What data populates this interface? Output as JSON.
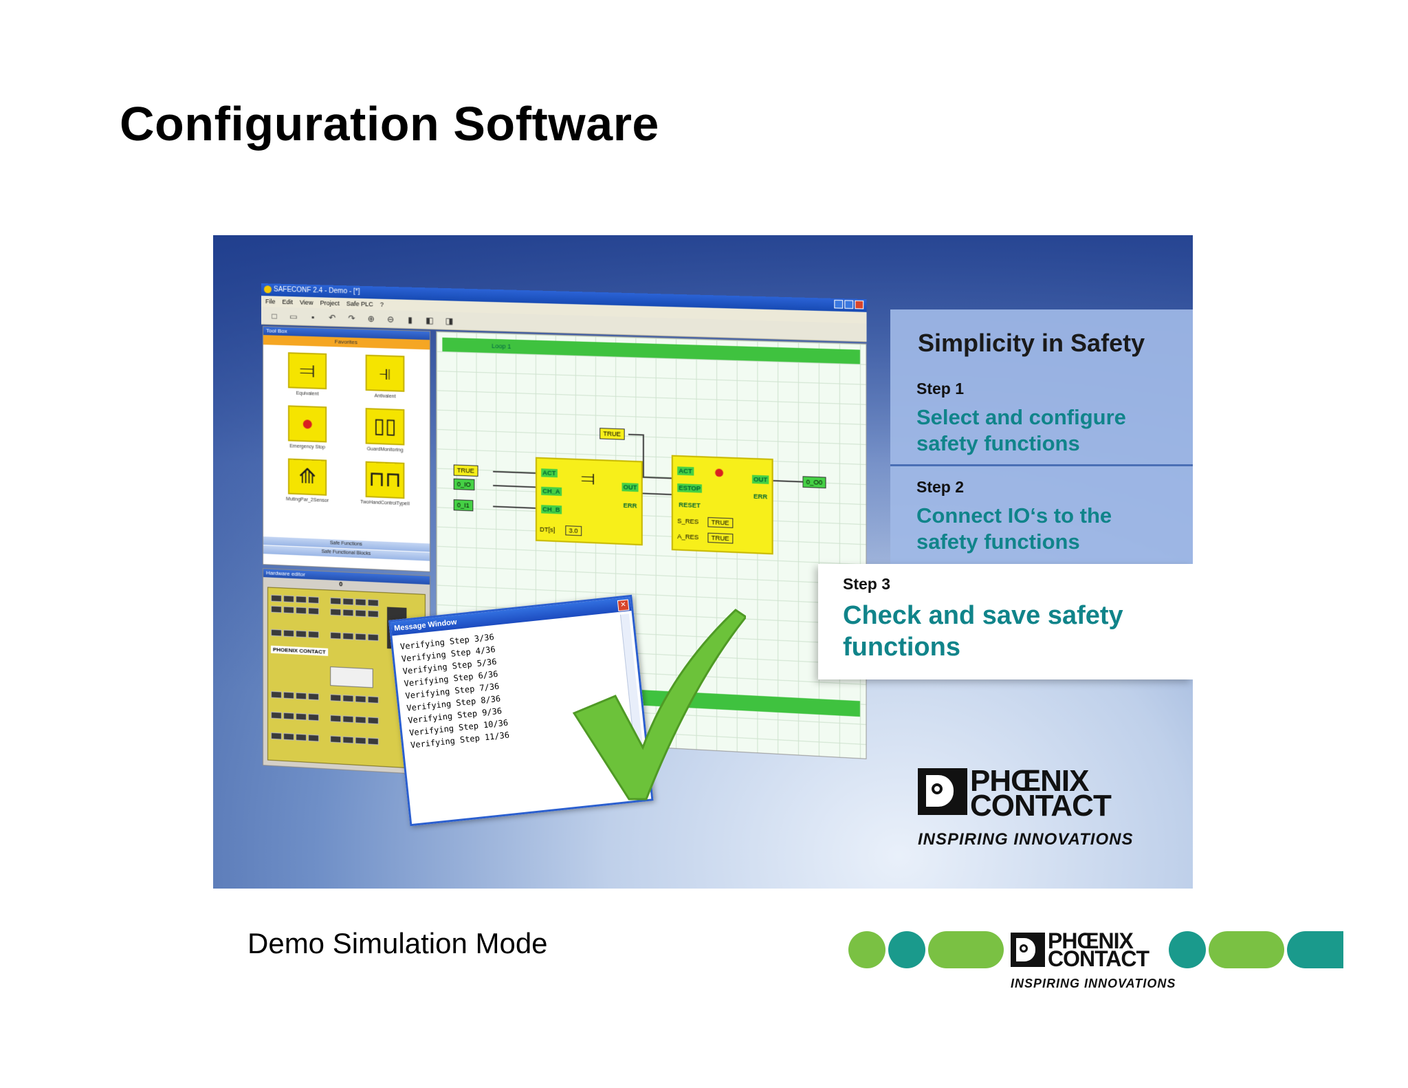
{
  "slide": {
    "title": "Configuration Software",
    "caption": "Demo Simulation Mode"
  },
  "app": {
    "window_title": "SAFECONF 2.4 - Demo - [*]",
    "menu": [
      "File",
      "Edit",
      "View",
      "Project",
      "Safe PLC",
      "?"
    ],
    "toolbox": {
      "title": "Tool Box",
      "tab": "Favorites",
      "items": [
        {
          "label": "Equivalent",
          "icon": "equivalent-icon"
        },
        {
          "label": "Antivalent",
          "icon": "antivalent-icon"
        },
        {
          "label": "Emergency Stop",
          "icon": "emergency-stop-icon"
        },
        {
          "label": "GuardMonitoring",
          "icon": "guard-monitoring-icon"
        },
        {
          "label": "MutingPar_2Sensor",
          "icon": "muting-icon"
        },
        {
          "label": "TwoHandControlTypeII",
          "icon": "two-hand-control-icon"
        }
      ],
      "section1": "Safe Functions",
      "section2": "Safe Functional Blocks"
    },
    "hardware": {
      "title": "Hardware editor",
      "slot": "0",
      "brand": "PHOENIX CONTACT"
    },
    "canvas": {
      "loop_label": "Loop 1",
      "term_true_top": "TRUE",
      "term_true": "TRUE",
      "term_io0": "0_IO",
      "term_io1": "0_I1",
      "fb1_pins": [
        "ACT",
        "CH_A",
        "CH_B"
      ],
      "fb1_outs": [
        "OUT",
        "ERR"
      ],
      "fb1_dt_label": "DT[s]",
      "fb1_dt_value": "3.0",
      "fb2_pins": [
        "ACT",
        "ESTOP",
        "RESET"
      ],
      "fb2_outs": [
        "OUT",
        "ERR"
      ],
      "fb2_sres_label": "S_RES",
      "fb2_sres_value": "TRUE",
      "fb2_ares_label": "A_RES",
      "fb2_ares_value": "TRUE",
      "out_value": "0_O0"
    },
    "message_window": {
      "title": "Message Window",
      "lines": [
        "Verifying Step 3/36",
        "Verifying Step 4/36",
        "Verifying Step 5/36",
        "Verifying Step 6/36",
        "Verifying Step 7/36",
        "Verifying Step 8/36",
        "Verifying Step 9/36",
        "Verifying Step 10/36",
        "Verifying Step 11/36"
      ]
    }
  },
  "steps": {
    "heading": "Simplicity in Safety",
    "step1_label": "Step 1",
    "step1_text": "Select and configure safety functions",
    "step2_label": "Step 2",
    "step2_text": "Connect IO‘s to the safety functions",
    "step3_label": "Step 3",
    "step3_text": "Check and save safety functions"
  },
  "logo": {
    "line1": "PHŒNIX",
    "line2": "CONTACT",
    "tagline": "INSPIRING INNOVATIONS"
  },
  "colors": {
    "brand_green": "#7ac143",
    "brand_teal": "#1a9a8c",
    "step_text": "#10848a",
    "check_green": "#6cc23a"
  }
}
